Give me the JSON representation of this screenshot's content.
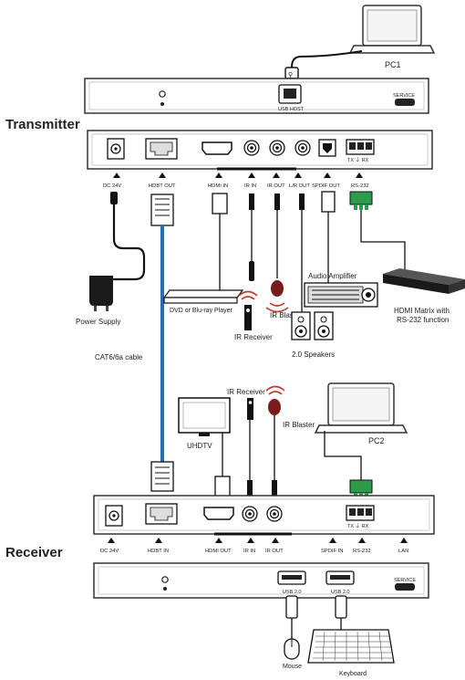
{
  "headings": {
    "transmitter": "Transmitter",
    "receiver": "Receiver"
  },
  "devices": {
    "pc1": "PC1",
    "pc2": "PC2",
    "uhdtv": "UHDTV",
    "dvd": "DVD or Blu-ray Player",
    "power_supply": "Power Supply",
    "audio_amplifier": "Audio Amplifier",
    "speakers": "2.0 Speakers",
    "hdmi_matrix_line1": "HDMI Matrix with",
    "hdmi_matrix_line2": "RS-232 function",
    "ir_receiver_tx": "IR Receiver",
    "ir_blaster_tx": "IR Blaster",
    "ir_receiver_rx": "IR Receiver",
    "ir_blaster_rx": "IR Blaster",
    "mouse": "Mouse",
    "keyboard": "Keyboard"
  },
  "cable": "CAT6/6a cable",
  "transmitter": {
    "top_ports": {
      "usb": "USB HOST",
      "service": "SERVICE"
    },
    "ports": {
      "dc": "DC 24V",
      "hdbt": "HDBT OUT",
      "hdmi": "HDMI IN",
      "ir_in": "IR IN",
      "ir_out": "IR OUT",
      "lr_out": "L/R OUT",
      "spdif": "SPDIF OUT",
      "rs232": "RS-232"
    },
    "txrx": "TX ⏚ RX"
  },
  "receiver": {
    "ports": {
      "dc": "DC 24V",
      "hdbt": "HDBT IN",
      "hdmi": "HDMI OUT",
      "ir_in": "IR IN",
      "ir_out": "IR OUT",
      "spdif": "SPDIF IN",
      "rs232": "RS-232",
      "lan": "LAN"
    },
    "txrx": "TX ⏚ RX",
    "top_ports": {
      "usb1": "USB 2.0",
      "usb2": "USB 2.0",
      "service": "SERVICE"
    }
  },
  "colors": {
    "cable_blue": "#2a6db5",
    "rs232_green": "#2e9b4a",
    "ir_red": "#c0392b",
    "device_dark": "#1a1a1a"
  }
}
